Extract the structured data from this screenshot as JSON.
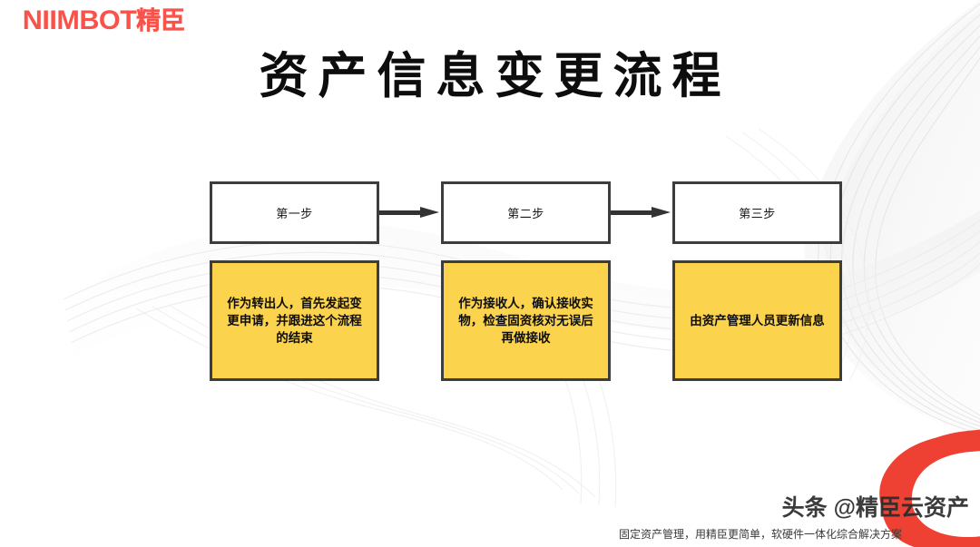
{
  "brand": {
    "logo_en": "NIIMBOT",
    "logo_cn": "精臣",
    "logo_color": "#f9524a"
  },
  "slide": {
    "title": "资产信息变更流程",
    "background_color": "#ffffff",
    "accent_yellow": "#fbd34d",
    "box_border_color": "#3d3d3d",
    "arrow_color": "#333333"
  },
  "flow": {
    "steps": [
      {
        "step_label": "第一步",
        "detail": "作为转出人，首先发起变更申请，并跟进这个流程的结束"
      },
      {
        "step_label": "第二步",
        "detail": "作为接收人，确认接收实物，检查固资核对无误后再做接收"
      },
      {
        "step_label": "第三步",
        "detail": "由资产管理人员更新信息"
      }
    ],
    "connector_icon": "arrow-right-icon"
  },
  "footer": {
    "watermark": "头条 @精臣云资产",
    "tagline": "固定资产管理，用精臣更简单，软硬件一体化综合解决方案"
  }
}
